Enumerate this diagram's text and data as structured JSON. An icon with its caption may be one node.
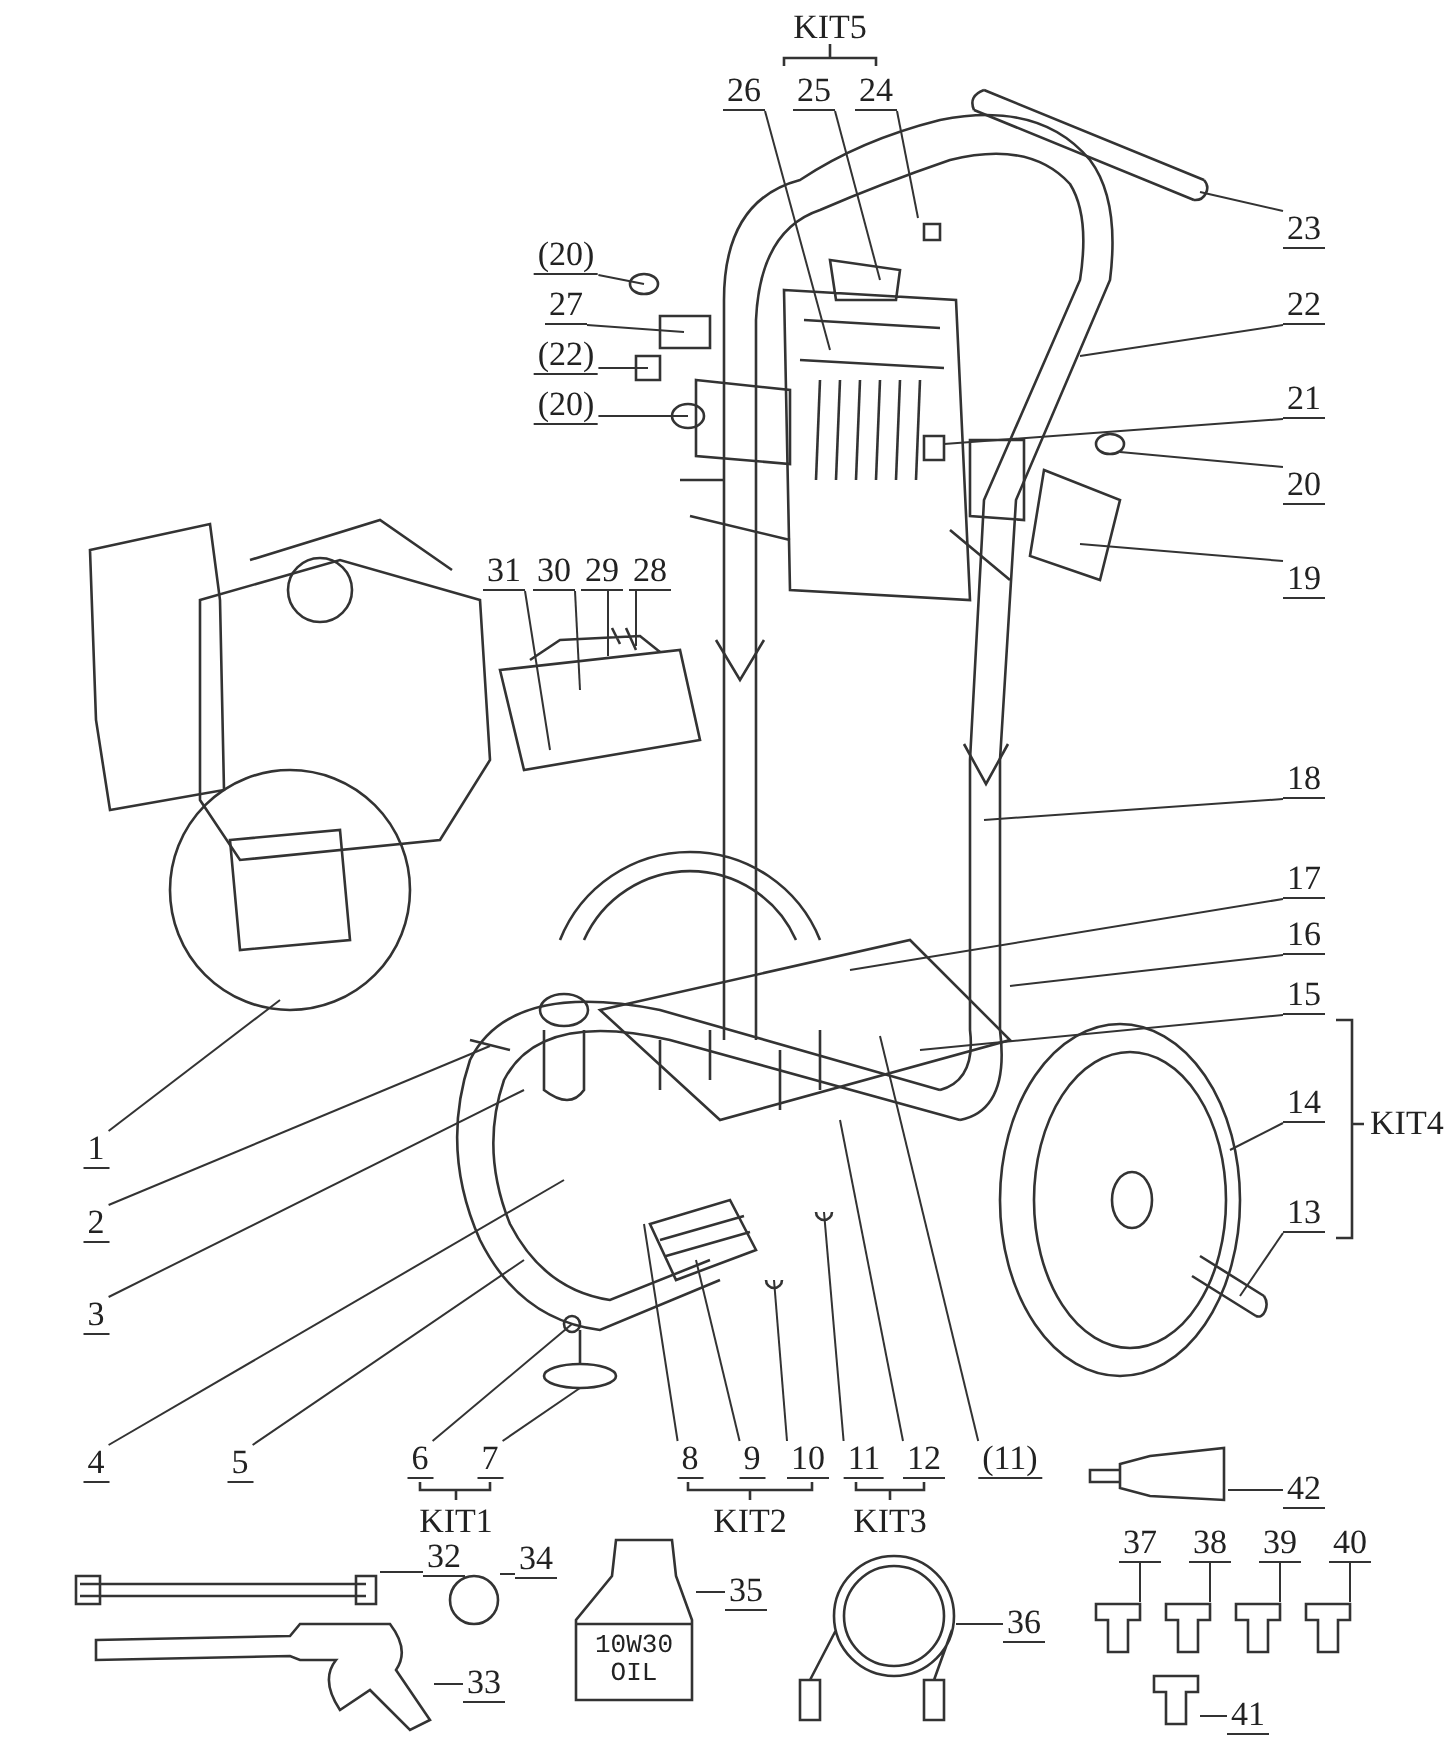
{
  "diagram": {
    "nodes": [
      {
        "text": [
          "26"
        ]
      },
      {
        "text": [
          "25"
        ]
      },
      {
        "text": [
          "24"
        ]
      },
      {
        "text": [
          "23"
        ]
      },
      {
        "text": [
          "(20)"
        ]
      },
      {
        "text": [
          "27"
        ]
      },
      {
        "text": [
          "(22)"
        ]
      },
      {
        "text": [
          "(20)"
        ]
      },
      {
        "text": [
          "22"
        ]
      },
      {
        "text": [
          "21"
        ]
      },
      {
        "text": [
          "20"
        ]
      },
      {
        "text": [
          "19"
        ]
      },
      {
        "text": [
          "31"
        ]
      },
      {
        "text": [
          "30"
        ]
      },
      {
        "text": [
          "29"
        ]
      },
      {
        "text": [
          "28"
        ]
      },
      {
        "text": [
          "18"
        ]
      },
      {
        "text": [
          "17"
        ]
      },
      {
        "text": [
          "16"
        ]
      },
      {
        "text": [
          "15"
        ]
      },
      {
        "text": [
          "14"
        ]
      },
      {
        "text": [
          "13"
        ]
      },
      {
        "text": [
          "1"
        ]
      },
      {
        "text": [
          "2"
        ]
      },
      {
        "text": [
          "3"
        ]
      },
      {
        "text": [
          "4"
        ]
      },
      {
        "text": [
          "5"
        ]
      },
      {
        "text": [
          "6"
        ]
      },
      {
        "text": [
          "7"
        ]
      },
      {
        "text": [
          "8"
        ]
      },
      {
        "text": [
          "9"
        ]
      },
      {
        "text": [
          "10"
        ]
      },
      {
        "text": [
          "11"
        ]
      },
      {
        "text": [
          "12"
        ]
      },
      {
        "text": [
          "(11)"
        ]
      },
      {
        "text": [
          "42"
        ]
      },
      {
        "text": [
          "32"
        ]
      },
      {
        "text": [
          "34"
        ]
      },
      {
        "text": [
          "33"
        ]
      },
      {
        "text": [
          "35"
        ]
      },
      {
        "text": [
          "36"
        ]
      },
      {
        "text": [
          "37"
        ]
      },
      {
        "text": [
          "38"
        ]
      },
      {
        "text": [
          "39"
        ]
      },
      {
        "text": [
          "40"
        ]
      },
      {
        "text": [
          "41"
        ]
      },
      {
        "text": [],
        "shape": "picture"
      },
      {
        "text": [],
        "shape": "picture"
      },
      {
        "text": [],
        "shape": "circle"
      },
      {
        "text": [
          "10W30 OIL"
        ]
      },
      {
        "text": [],
        "shape": "picture"
      },
      {
        "text": [],
        "shape": "picture"
      },
      {
        "text": [],
        "shape": "picture"
      },
      {
        "text": [],
        "shape": "picture"
      },
      {
        "text": [],
        "shape": "picture"
      },
      {
        "text": [],
        "shape": "picture"
      },
      {
        "text": [],
        "shape": "picture"
      }
    ],
    "edges": [
      {
        "from": 0,
        "to": null,
        "arrow": "none"
      },
      {
        "from": 1,
        "to": null,
        "arrow": "none"
      },
      {
        "from": 2,
        "to": null,
        "arrow": "none"
      },
      {
        "from": 3,
        "to": null,
        "arrow": "none"
      },
      {
        "from": 4,
        "to": null,
        "arrow": "none"
      },
      {
        "from": 5,
        "to": null,
        "arrow": "none"
      },
      {
        "from": 6,
        "to": null,
        "arrow": "none"
      },
      {
        "from": 7,
        "to": null,
        "arrow": "none"
      },
      {
        "from": 8,
        "to": null,
        "arrow": "none"
      },
      {
        "from": 9,
        "to": null,
        "arrow": "none"
      },
      {
        "from": 10,
        "to": null,
        "arrow": "none"
      },
      {
        "from": 11,
        "to": null,
        "arrow": "none"
      },
      {
        "from": 12,
        "to": null,
        "arrow": "none"
      },
      {
        "from": 13,
        "to": null,
        "arrow": "none"
      },
      {
        "from": 14,
        "to": null,
        "arrow": "none"
      },
      {
        "from": 15,
        "to": null,
        "arrow": "none"
      },
      {
        "from": 16,
        "to": null,
        "arrow": "none"
      },
      {
        "from": 17,
        "to": null,
        "arrow": "none"
      },
      {
        "from": 18,
        "to": null,
        "arrow": "none"
      },
      {
        "from": 19,
        "to": null,
        "arrow": "none"
      },
      {
        "from": 20,
        "to": null,
        "arrow": "none"
      },
      {
        "from": 21,
        "to": null,
        "arrow": "none"
      },
      {
        "from": 22,
        "to": null,
        "arrow": "none"
      },
      {
        "from": 23,
        "to": null,
        "arrow": "none"
      },
      {
        "from": 24,
        "to": null,
        "arrow": "none"
      },
      {
        "from": 25,
        "to": null,
        "arrow": "none"
      },
      {
        "from": 26,
        "to": null,
        "arrow": "none"
      },
      {
        "from": 27,
        "to": null,
        "arrow": "none"
      },
      {
        "from": 28,
        "to": null,
        "arrow": "none"
      },
      {
        "from": 29,
        "to": null,
        "arrow": "none"
      },
      {
        "from": 30,
        "to": null,
        "arrow": "none"
      },
      {
        "from": 31,
        "to": null,
        "arrow": "none"
      },
      {
        "from": 32,
        "to": null,
        "arrow": "none"
      },
      {
        "from": 33,
        "to": null,
        "arrow": "none"
      },
      {
        "from": 34,
        "to": null,
        "arrow": "none"
      },
      {
        "from": 35,
        "to": 56,
        "arrow": "none"
      },
      {
        "from": 36,
        "to": 46,
        "arrow": "none"
      },
      {
        "from": 37,
        "to": 48,
        "arrow": "none"
      },
      {
        "from": 38,
        "to": 47,
        "arrow": "none"
      },
      {
        "from": 39,
        "to": 49,
        "arrow": "none"
      },
      {
        "from": 40,
        "to": 50,
        "arrow": "none"
      },
      {
        "from": 41,
        "to": 51,
        "arrow": "none"
      },
      {
        "from": 42,
        "to": 52,
        "arrow": "none"
      },
      {
        "from": 43,
        "to": 53,
        "arrow": "none"
      },
      {
        "from": 44,
        "to": 54,
        "arrow": "none"
      },
      {
        "from": 45,
        "to": 55,
        "arrow": "none"
      }
    ],
    "labels": [
      "KIT5",
      "KIT4",
      "KIT1",
      "KIT2",
      "KIT3"
    ]
  }
}
